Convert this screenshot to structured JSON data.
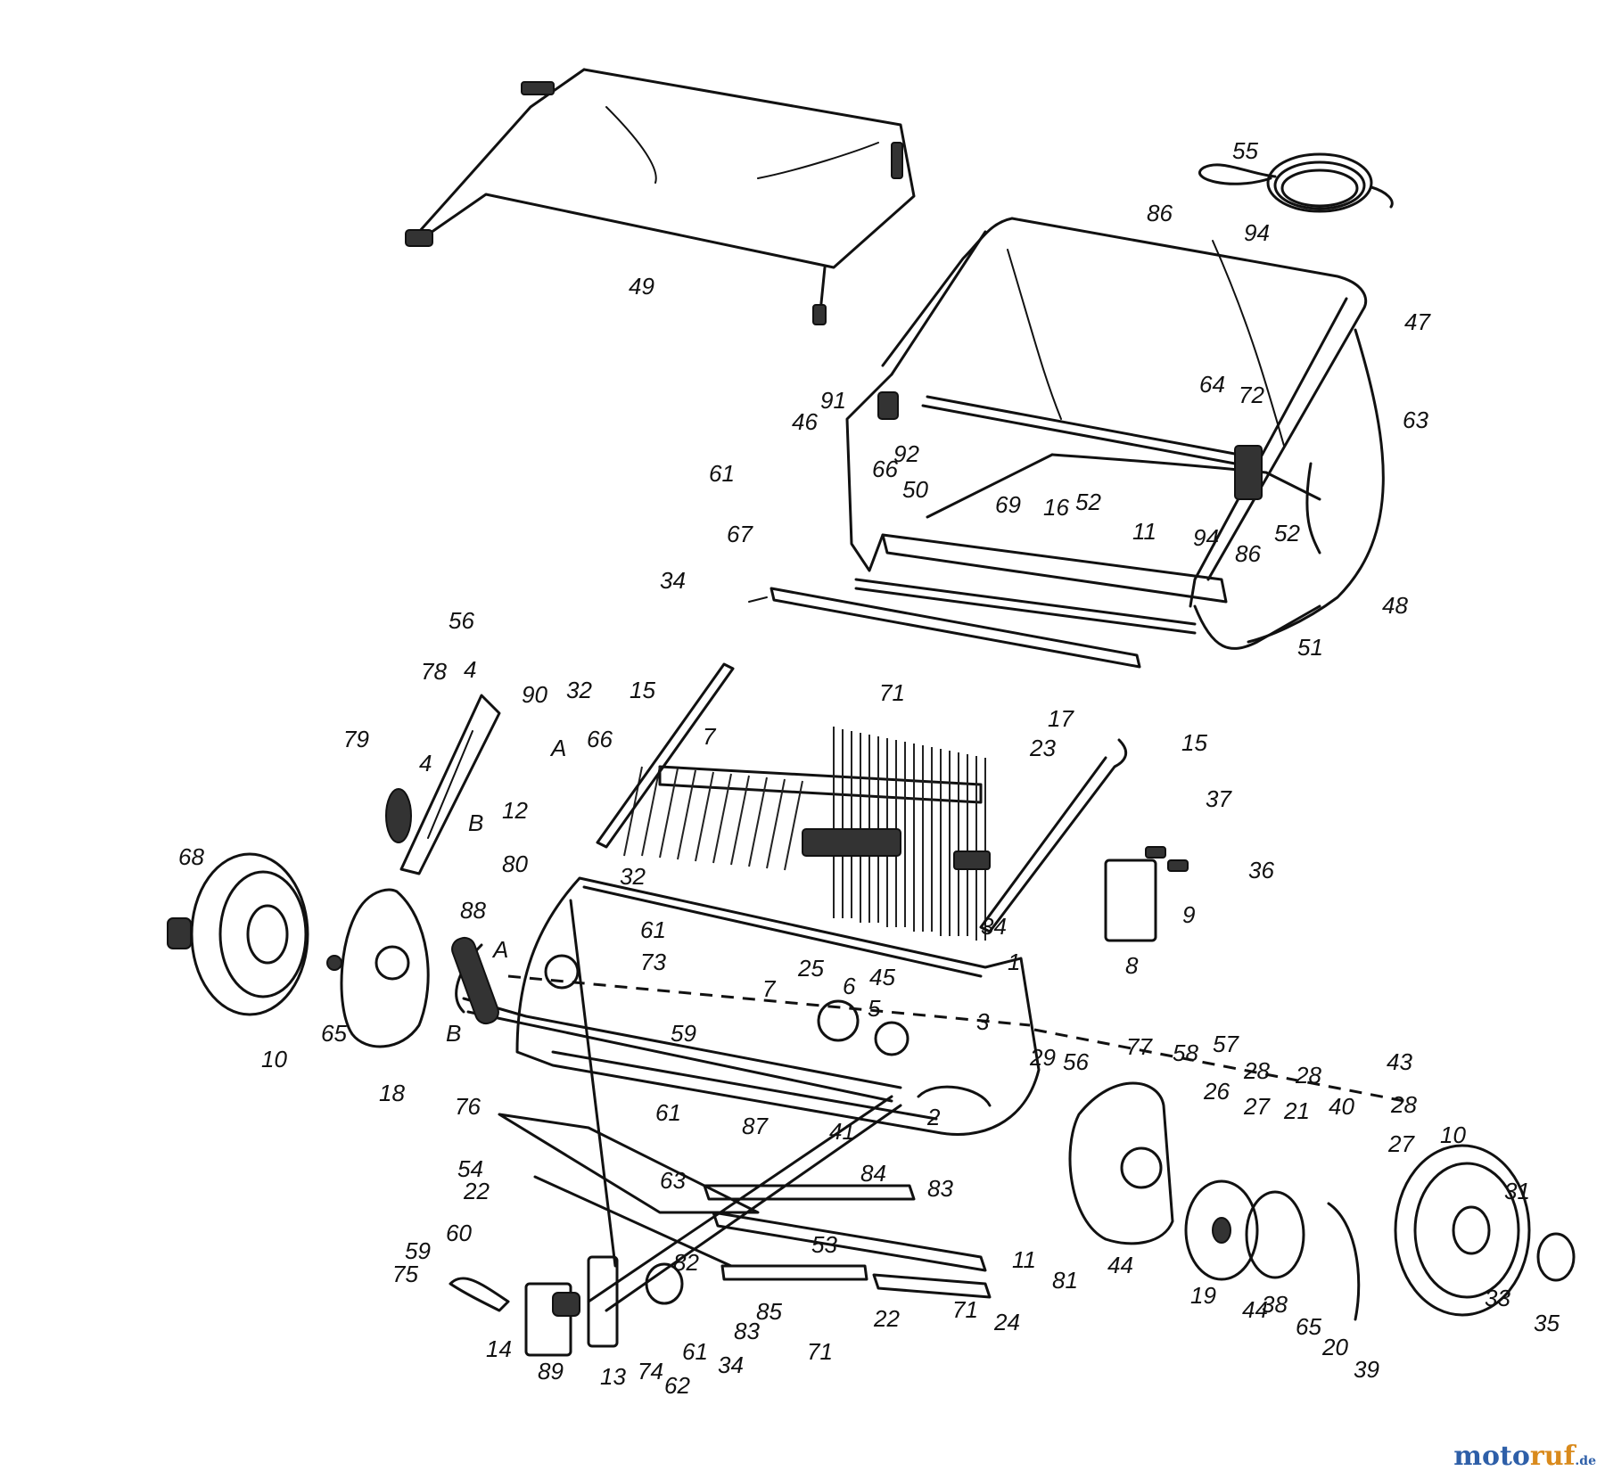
{
  "parts": [
    {
      "id": "49"
    },
    {
      "id": "55"
    },
    {
      "id": "86"
    },
    {
      "id": "94"
    },
    {
      "id": "47"
    },
    {
      "id": "63"
    },
    {
      "id": "64"
    },
    {
      "id": "72"
    },
    {
      "id": "91"
    },
    {
      "id": "46"
    },
    {
      "id": "92"
    },
    {
      "id": "61"
    },
    {
      "id": "66"
    },
    {
      "id": "50"
    },
    {
      "id": "69"
    },
    {
      "id": "16"
    },
    {
      "id": "52"
    },
    {
      "id": "11"
    },
    {
      "id": "48"
    },
    {
      "id": "51"
    },
    {
      "id": "17"
    },
    {
      "id": "71"
    },
    {
      "id": "67"
    },
    {
      "id": "34"
    },
    {
      "id": "56"
    },
    {
      "id": "78"
    },
    {
      "id": "4"
    },
    {
      "id": "90"
    },
    {
      "id": "32"
    },
    {
      "id": "A"
    },
    {
      "id": "79"
    },
    {
      "id": "12"
    },
    {
      "id": "B"
    },
    {
      "id": "15"
    },
    {
      "id": "7"
    },
    {
      "id": "23"
    },
    {
      "id": "37"
    },
    {
      "id": "36"
    },
    {
      "id": "9"
    },
    {
      "id": "8"
    },
    {
      "id": "68"
    },
    {
      "id": "80"
    },
    {
      "id": "88"
    },
    {
      "id": "73"
    },
    {
      "id": "10"
    },
    {
      "id": "65"
    },
    {
      "id": "18"
    },
    {
      "id": "76"
    },
    {
      "id": "25"
    },
    {
      "id": "6"
    },
    {
      "id": "45"
    },
    {
      "id": "5"
    },
    {
      "id": "3"
    },
    {
      "id": "1"
    },
    {
      "id": "59"
    },
    {
      "id": "29"
    },
    {
      "id": "2"
    },
    {
      "id": "77"
    },
    {
      "id": "58"
    },
    {
      "id": "57"
    },
    {
      "id": "26"
    },
    {
      "id": "28"
    },
    {
      "id": "27"
    },
    {
      "id": "21"
    },
    {
      "id": "40"
    },
    {
      "id": "43"
    },
    {
      "id": "31"
    },
    {
      "id": "33"
    },
    {
      "id": "35"
    },
    {
      "id": "54"
    },
    {
      "id": "22"
    },
    {
      "id": "87"
    },
    {
      "id": "41"
    },
    {
      "id": "84"
    },
    {
      "id": "83"
    },
    {
      "id": "60"
    },
    {
      "id": "75"
    },
    {
      "id": "14"
    },
    {
      "id": "89"
    },
    {
      "id": "13"
    },
    {
      "id": "74"
    },
    {
      "id": "62"
    },
    {
      "id": "82"
    },
    {
      "id": "85"
    },
    {
      "id": "53"
    },
    {
      "id": "24"
    },
    {
      "id": "81"
    },
    {
      "id": "44"
    },
    {
      "id": "19"
    },
    {
      "id": "38"
    },
    {
      "id": "20"
    },
    {
      "id": "39"
    }
  ],
  "watermark": {
    "part1": "moto",
    "part2": "ruf",
    "suffix": ".de"
  }
}
